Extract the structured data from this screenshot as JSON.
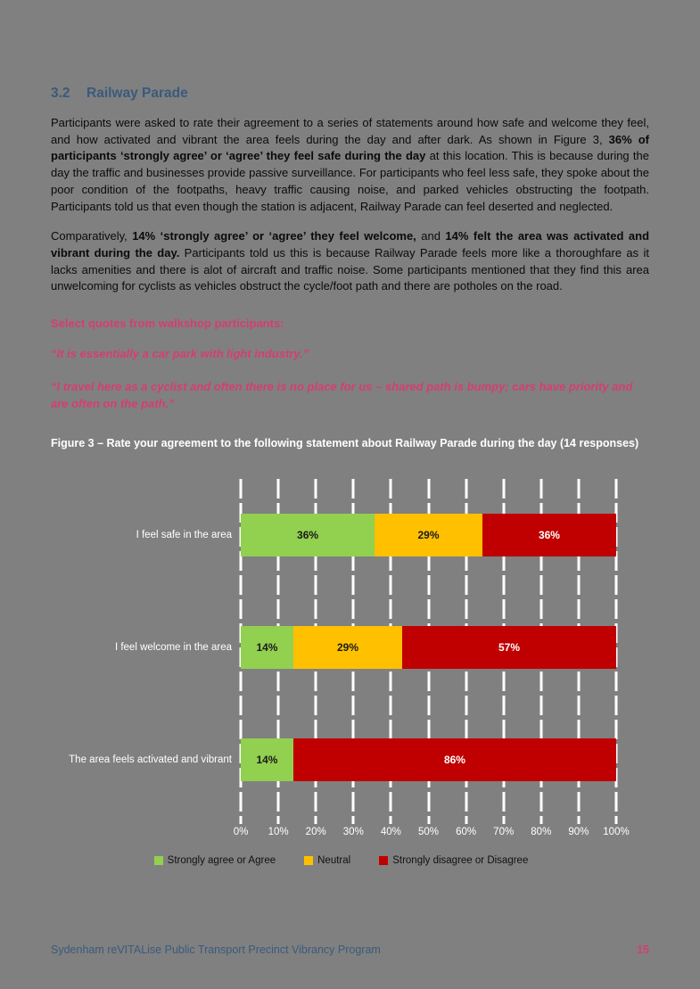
{
  "page": {
    "background_color": "#808080",
    "heading": {
      "number": "3.2",
      "title": "Railway Parade",
      "color": "#3A5A7C"
    },
    "paragraphs": {
      "p1": {
        "runs": [
          {
            "text": "Participants were asked to rate their agreement to a series of statements around how safe and welcome they feel, and how activated and vibrant the area feels during the day and after dark. As shown in Figure 3, ",
            "bold": false
          },
          {
            "text": "36% of participants ‘strongly agree’ or ‘agree’ they feel safe during the day",
            "bold": true
          },
          {
            "text": " at this location. This is because during the day the traffic and businesses provide passive surveillance. For participants who feel less safe, they spoke about the poor condition of the footpaths, heavy traffic causing noise, and parked vehicles obstructing the footpath. Participants told us that even though the station is adjacent, Railway Parade can feel deserted and neglected.",
            "bold": false
          }
        ]
      },
      "p2": {
        "runs": [
          {
            "text": "Comparatively, ",
            "bold": false
          },
          {
            "text": "14% ‘strongly agree’ or ‘agree’ they feel welcome,",
            "bold": true
          },
          {
            "text": " and ",
            "bold": false
          },
          {
            "text": "14% felt the area was activated and vibrant during the day.",
            "bold": true
          },
          {
            "text": " Participants told us this is because Railway Parade feels more like a thoroughfare as it lacks amenities and there is alot of aircraft and traffic noise. Some participants mentioned that they find this area unwelcoming for cyclists as vehicles obstruct the cycle/foot path and there are potholes on the road.",
            "bold": false
          }
        ]
      }
    },
    "quotes": {
      "color": "#D63D72",
      "intro": "Select quotes from walkshop participants:",
      "quote1": "“It is essentially a car park with light industry.”",
      "quote2": "“I travel here as a cyclist and often there is no place for us – shared path is bumpy; cars have priority and are often on the path.”"
    },
    "figure_caption": "Figure 3 – Rate your agreement to the following statement about Railway Parade during the day (14 responses)",
    "footer": {
      "left": "Sydenham reVITALise Public Transport Precinct Vibrancy Program",
      "page_number": "15"
    }
  },
  "chart_data": {
    "type": "bar",
    "orientation": "horizontal-stacked",
    "title": "Rate your agreement to the following statement about Railway Parade during the day (14 responses)",
    "categories": [
      "I feel safe in the area",
      "I feel welcome in the area",
      "The area feels activated and vibrant"
    ],
    "series": [
      {
        "name": "Strongly agree or Agree",
        "color": "#92D050",
        "label_color": "#1a1a1a",
        "values": [
          36,
          14,
          14
        ]
      },
      {
        "name": "Neutral",
        "color": "#FFC000",
        "label_color": "#1a1a1a",
        "values": [
          29,
          29,
          0
        ]
      },
      {
        "name": "Strongly disagree or Disagree",
        "color": "#C00000",
        "label_color": "#ffffff",
        "values": [
          36,
          57,
          86
        ]
      }
    ],
    "data_label_format": "percent",
    "xlim": [
      0,
      100
    ],
    "x_ticks": [
      "0%",
      "10%",
      "20%",
      "30%",
      "40%",
      "50%",
      "60%",
      "70%",
      "80%",
      "90%",
      "100%"
    ],
    "gridlines": true,
    "gridline_color": "#ffffff",
    "legend_position": "bottom"
  }
}
